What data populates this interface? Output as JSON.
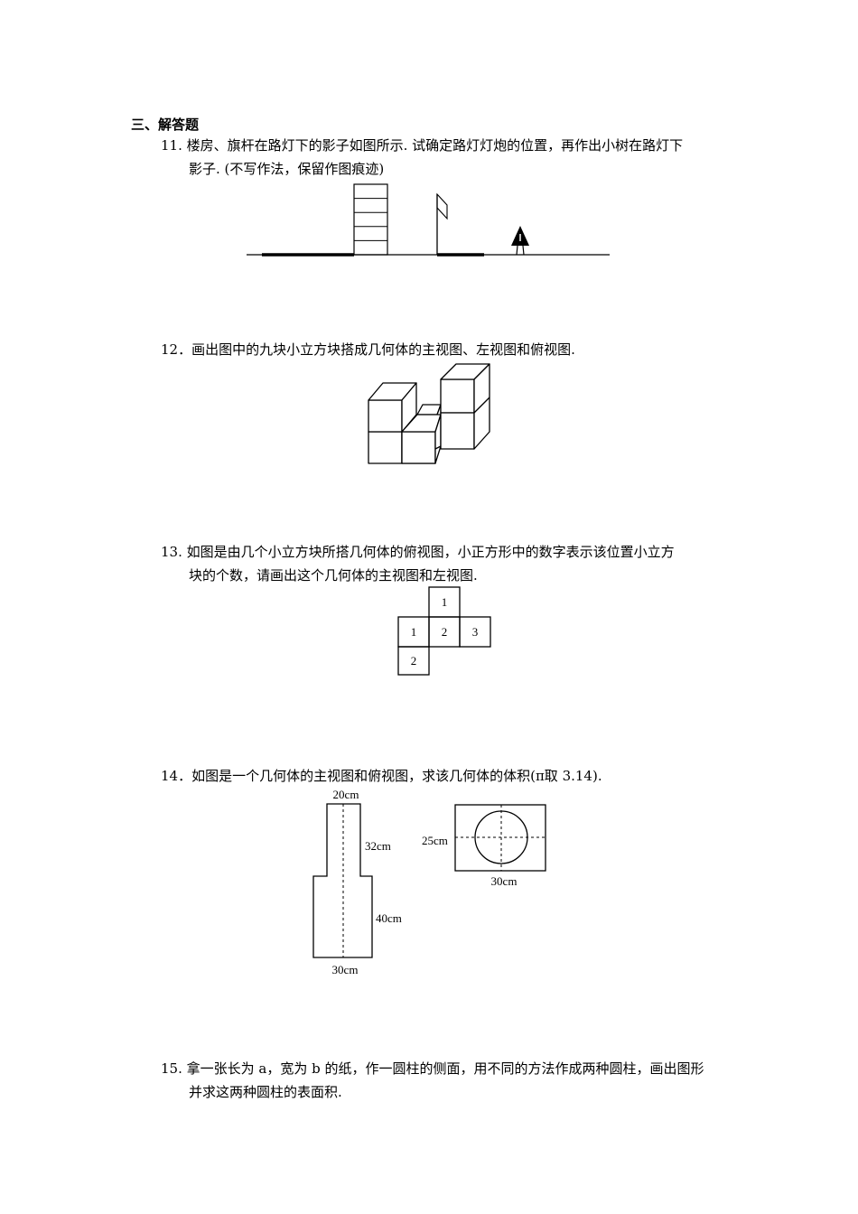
{
  "section": {
    "title": "三、解答题"
  },
  "questions": [
    {
      "lines": [
        "11. 楼房、旗杆在路灯下的影子如图所示. 试确定路灯灯炮的位置，再作出小树在路灯下",
        "影子. (不写作法，保留作图痕迹)"
      ]
    },
    {
      "lines": [
        "12．画出图中的九块小立方块搭成几何体的主视图、左视图和俯视图."
      ]
    },
    {
      "lines": [
        "13. 如图是由几个小立方块所搭几何体的俯视图，小正方形中的数字表示该位置小立方",
        "块的个数，请画出这个几何体的主视图和左视图."
      ]
    },
    {
      "lines": [
        "14．如图是一个几何体的主视图和俯视图，求该几何体的体积(π取 3.14)."
      ]
    },
    {
      "lines": [
        "15. 拿一张长为 a，宽为 b 的纸，作一圆柱的侧面，用不同的方法作成两种圆柱，画出图形",
        "并求这两种圆柱的表面积."
      ]
    }
  ],
  "grid13": {
    "cells": [
      "1",
      "1",
      "2",
      "3",
      "2"
    ]
  },
  "fig14": {
    "front_top_width": "20cm",
    "front_upper_height": "32cm",
    "front_lower_height": "40cm",
    "front_bottom_width": "30cm",
    "top_height": "25cm",
    "top_width": "30cm"
  }
}
